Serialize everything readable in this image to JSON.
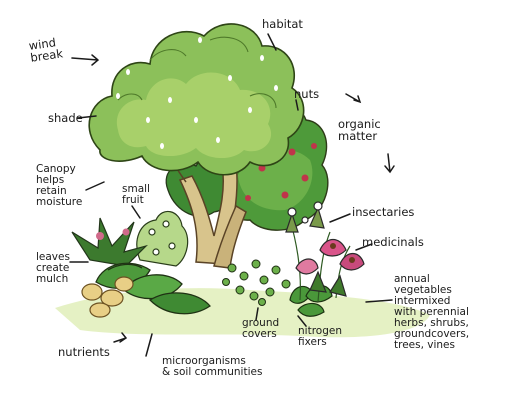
{
  "labels": {
    "wind_break": "wind\nbreak",
    "habitat": "habitat",
    "shade": "shade",
    "nuts": "nuts",
    "organic_matter": "organic\nmatter",
    "canopy": "Canopy\nhelps\nretain\nmoisture",
    "small_fruit": "small\nfruit",
    "insectaries": "insectaries",
    "medicinals": "medicinals",
    "leaves": "leaves\ncreate\nmulch",
    "annual_vegetables": "annual\nvegetables\nintermixed\nwith perennial\nherbs, shrubs,\ngroundcovers,\ntrees, vines",
    "ground_covers": "ground\ncovers",
    "nitrogen_fixers": "nitrogen\nfixers",
    "nutrients": "nutrients",
    "microorganisms": "microorganisms\n& soil communities"
  }
}
